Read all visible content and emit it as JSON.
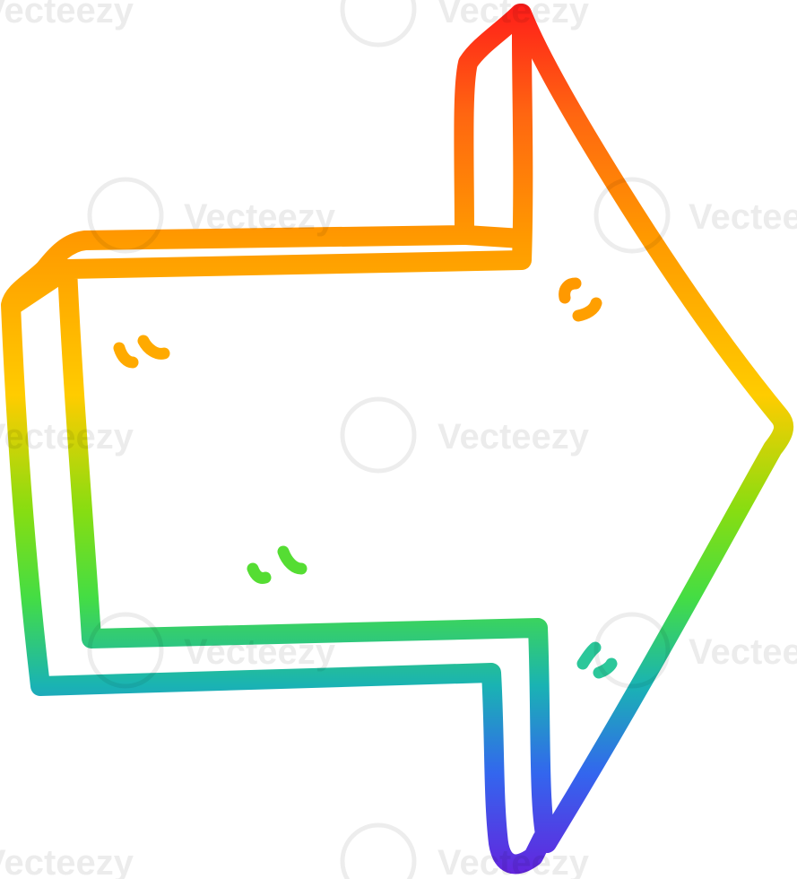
{
  "illustration": {
    "subject": "arrow-pointing-right",
    "style": "rainbow-gradient-outline",
    "colors": {
      "red": "#ff1a1a",
      "orange": "#ff9900",
      "yellow": "#ffcc00",
      "green": "#66dd22",
      "teal": "#1ab3b3",
      "blue": "#3366ee",
      "violet": "#6622dd",
      "background": "#ffffff"
    }
  },
  "watermark": {
    "text": "Vecteezy",
    "icon": "vecteezy-v-logo-icon"
  }
}
